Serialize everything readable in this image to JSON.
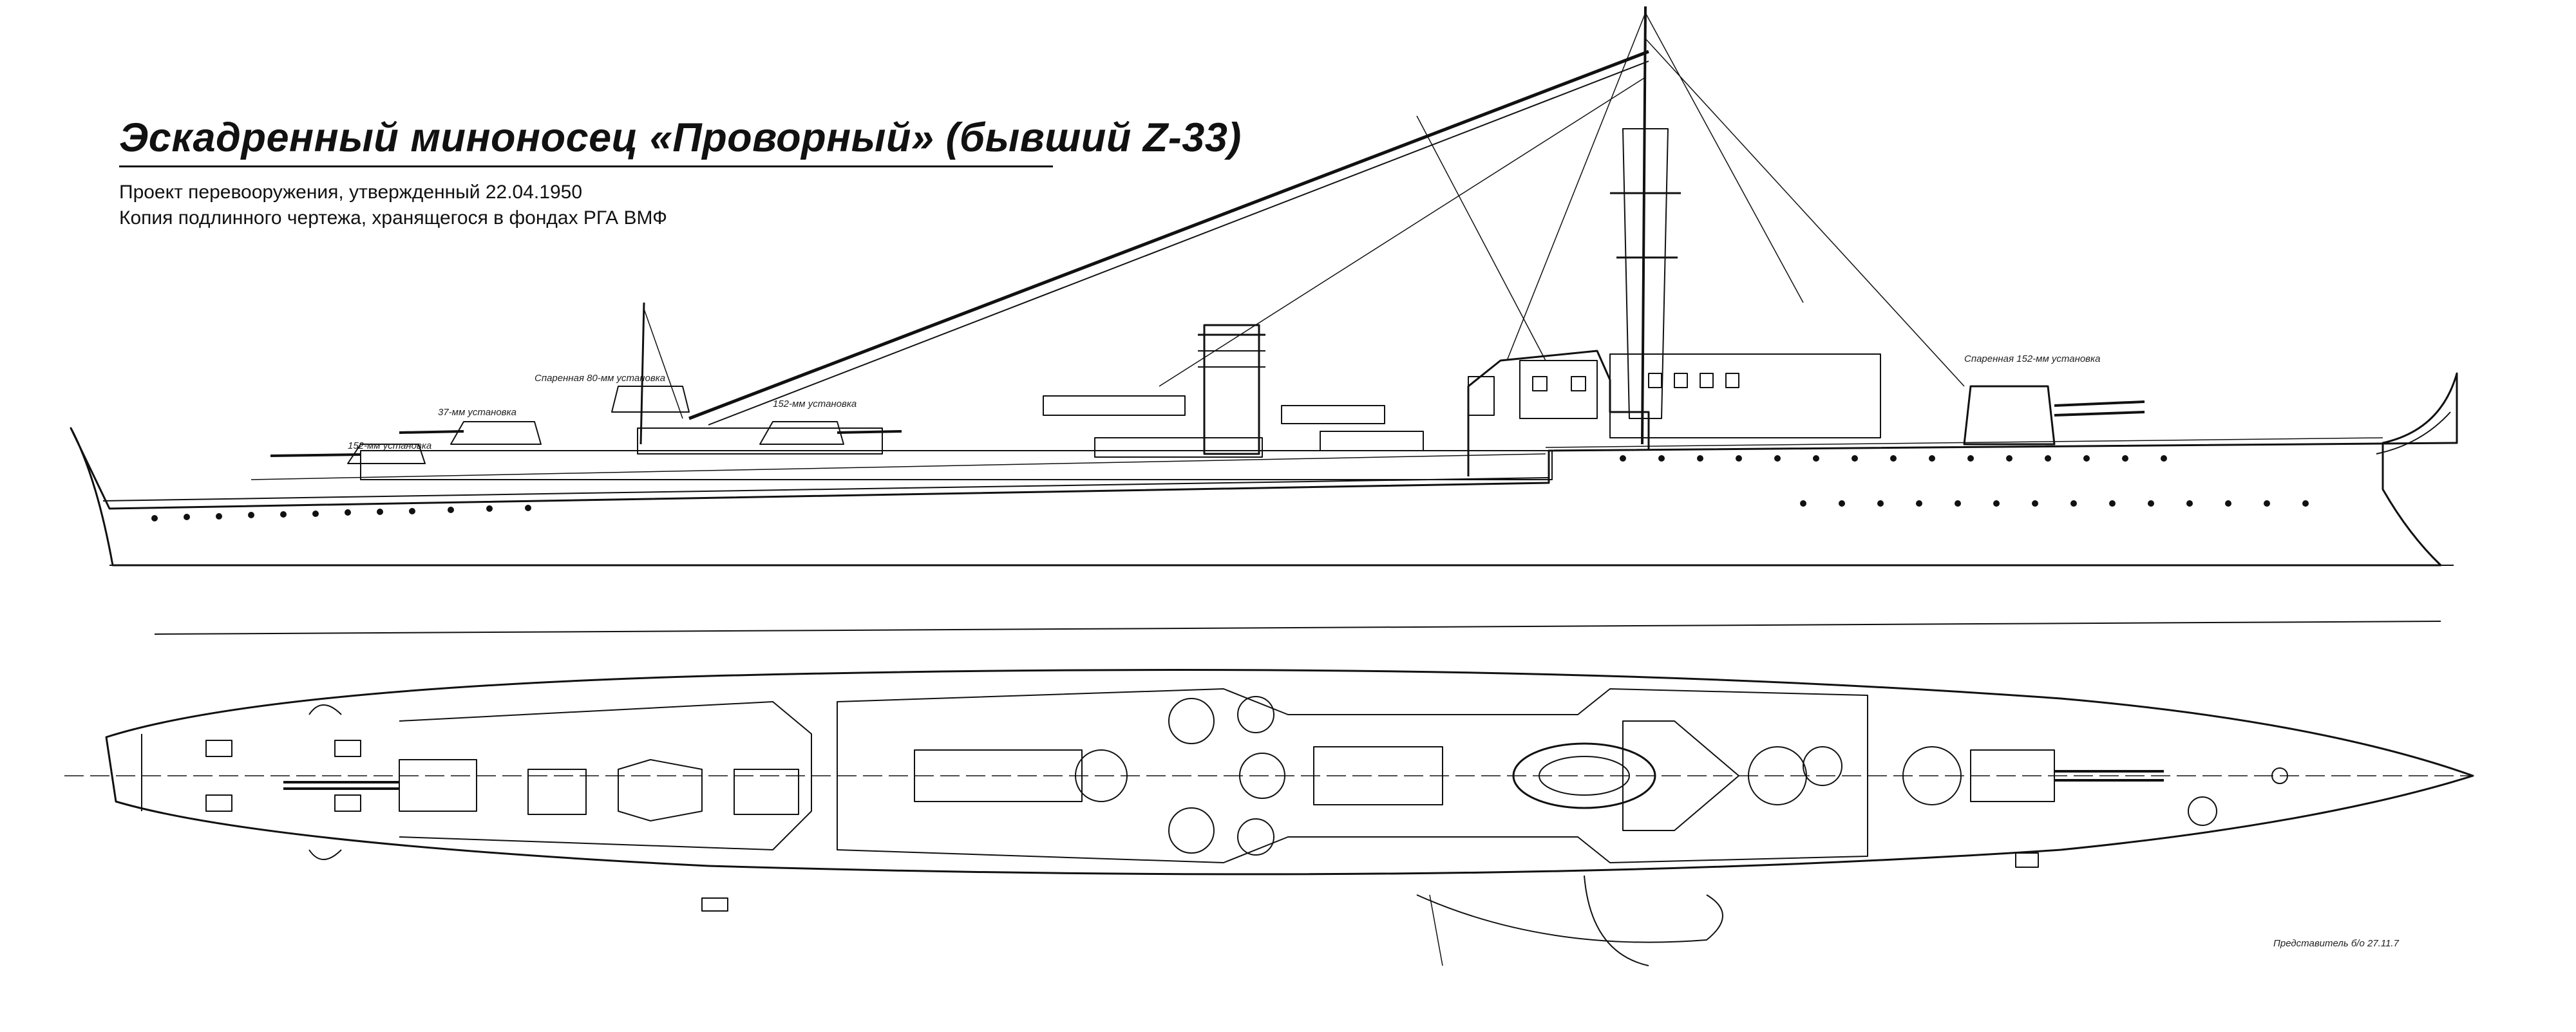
{
  "header": {
    "title": "Эскадренный миноносец «Проворный» (бывший Z-33)",
    "subtitle_project": "Проект перевооружения, утвержденный 22.04.1950",
    "subtitle_source": "Копия подлинного чертежа, хранящегося в фондах РГА ВМФ"
  },
  "labels": {
    "spark_80": "Спаренная 80-мм установка",
    "gun_37": "37-мм установка",
    "gun_152_a": "152-мм установка",
    "gun_152_b": "152-мм установка",
    "spark_152": "Спаренная 152-мм установка"
  },
  "signature": {
    "note": "Представитель б/о 27.11.7"
  },
  "colors": {
    "ink": "#111111",
    "paper": "#ffffff"
  }
}
